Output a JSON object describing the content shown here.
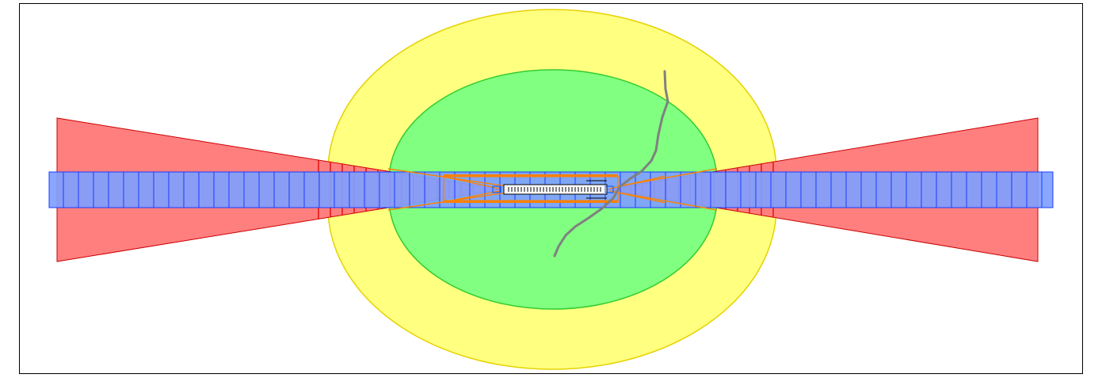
{
  "map": {
    "colors": {
      "background": "#ffffff",
      "frame": "#000000",
      "outer_zone_fill": "#ffff80",
      "outer_zone_stroke": "#e6d200",
      "inner_zone_fill": "#80ff80",
      "inner_zone_stroke": "#33cc33",
      "approach_fill": "#ff7f7f",
      "approach_stroke": "#cc0000",
      "approach_divider": "#e00000",
      "runway_strip_fill": "#7f9fff",
      "runway_strip_stroke": "#1a3cff",
      "runway_strip_divider": "#1a3cff",
      "conical_line": "#ff8000",
      "terrain_line": "#808080",
      "airfield_detail": "#000000"
    },
    "layers": [
      "outer-zone",
      "inner-zone",
      "approach-surface-left",
      "approach-surface-right",
      "runway-strip",
      "transition-lines",
      "airfield-detail",
      "terrain-trace"
    ]
  }
}
